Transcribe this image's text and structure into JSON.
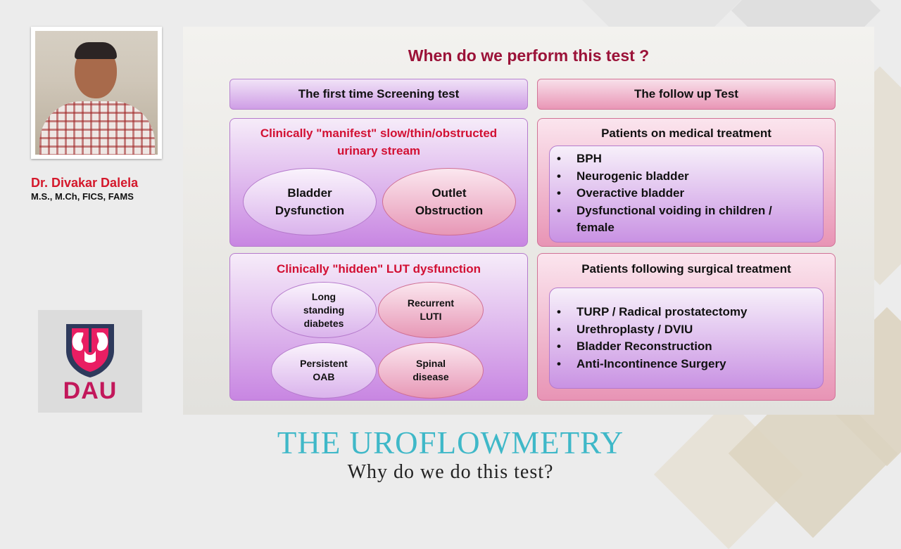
{
  "slide": {
    "title": "When do we perform this test ?",
    "left_header": "The first time Screening test",
    "right_header": "The follow up Test",
    "left_top": {
      "title_line1": "Clinically \"manifest\" slow/thin/obstructed",
      "title_line2": "urinary stream",
      "oval1_line1": "Bladder",
      "oval1_line2": "Dysfunction",
      "oval2_line1": "Outlet",
      "oval2_line2": "Obstruction"
    },
    "left_bottom": {
      "title": "Clinically \"hidden\" LUT dysfunction",
      "oval1_line1": "Long",
      "oval1_line2": "standing",
      "oval1_line3": "diabetes",
      "oval2_line1": "Recurrent",
      "oval2_line2": "LUTI",
      "oval3_line1": "Persistent",
      "oval3_line2": "OAB",
      "oval4_line1": "Spinal",
      "oval4_line2": "disease"
    },
    "right_top": {
      "title": "Patients on medical treatment",
      "items": [
        "BPH",
        "Neurogenic bladder",
        "Overactive bladder",
        "Dysfunctional voiding in children /",
        "female"
      ]
    },
    "right_bottom": {
      "title": "Patients following surgical treatment",
      "items": [
        "TURP / Radical prostatectomy",
        "Urethroplasty / DVIU",
        "Bladder Reconstruction",
        "Anti-Incontinence Surgery"
      ]
    },
    "bullet": "•"
  },
  "speaker": {
    "name": "Dr. Divakar Dalela",
    "credentials": "M.S., M.Ch, FICS, FAMS"
  },
  "logo": {
    "text": "DAU",
    "icon": "kidney-shield-icon"
  },
  "video_title": "THE UROFLOWMETRY",
  "video_subtitle": "Why do we do this test?",
  "colors": {
    "slide_title": "#9b1238",
    "red_text": "#d21033",
    "purple_panel": "#c886e2",
    "pink_panel": "#e894b5",
    "teal_title": "#3fb8c8",
    "logo_pink": "#c2185b",
    "logo_navy": "#2e3a5c"
  }
}
